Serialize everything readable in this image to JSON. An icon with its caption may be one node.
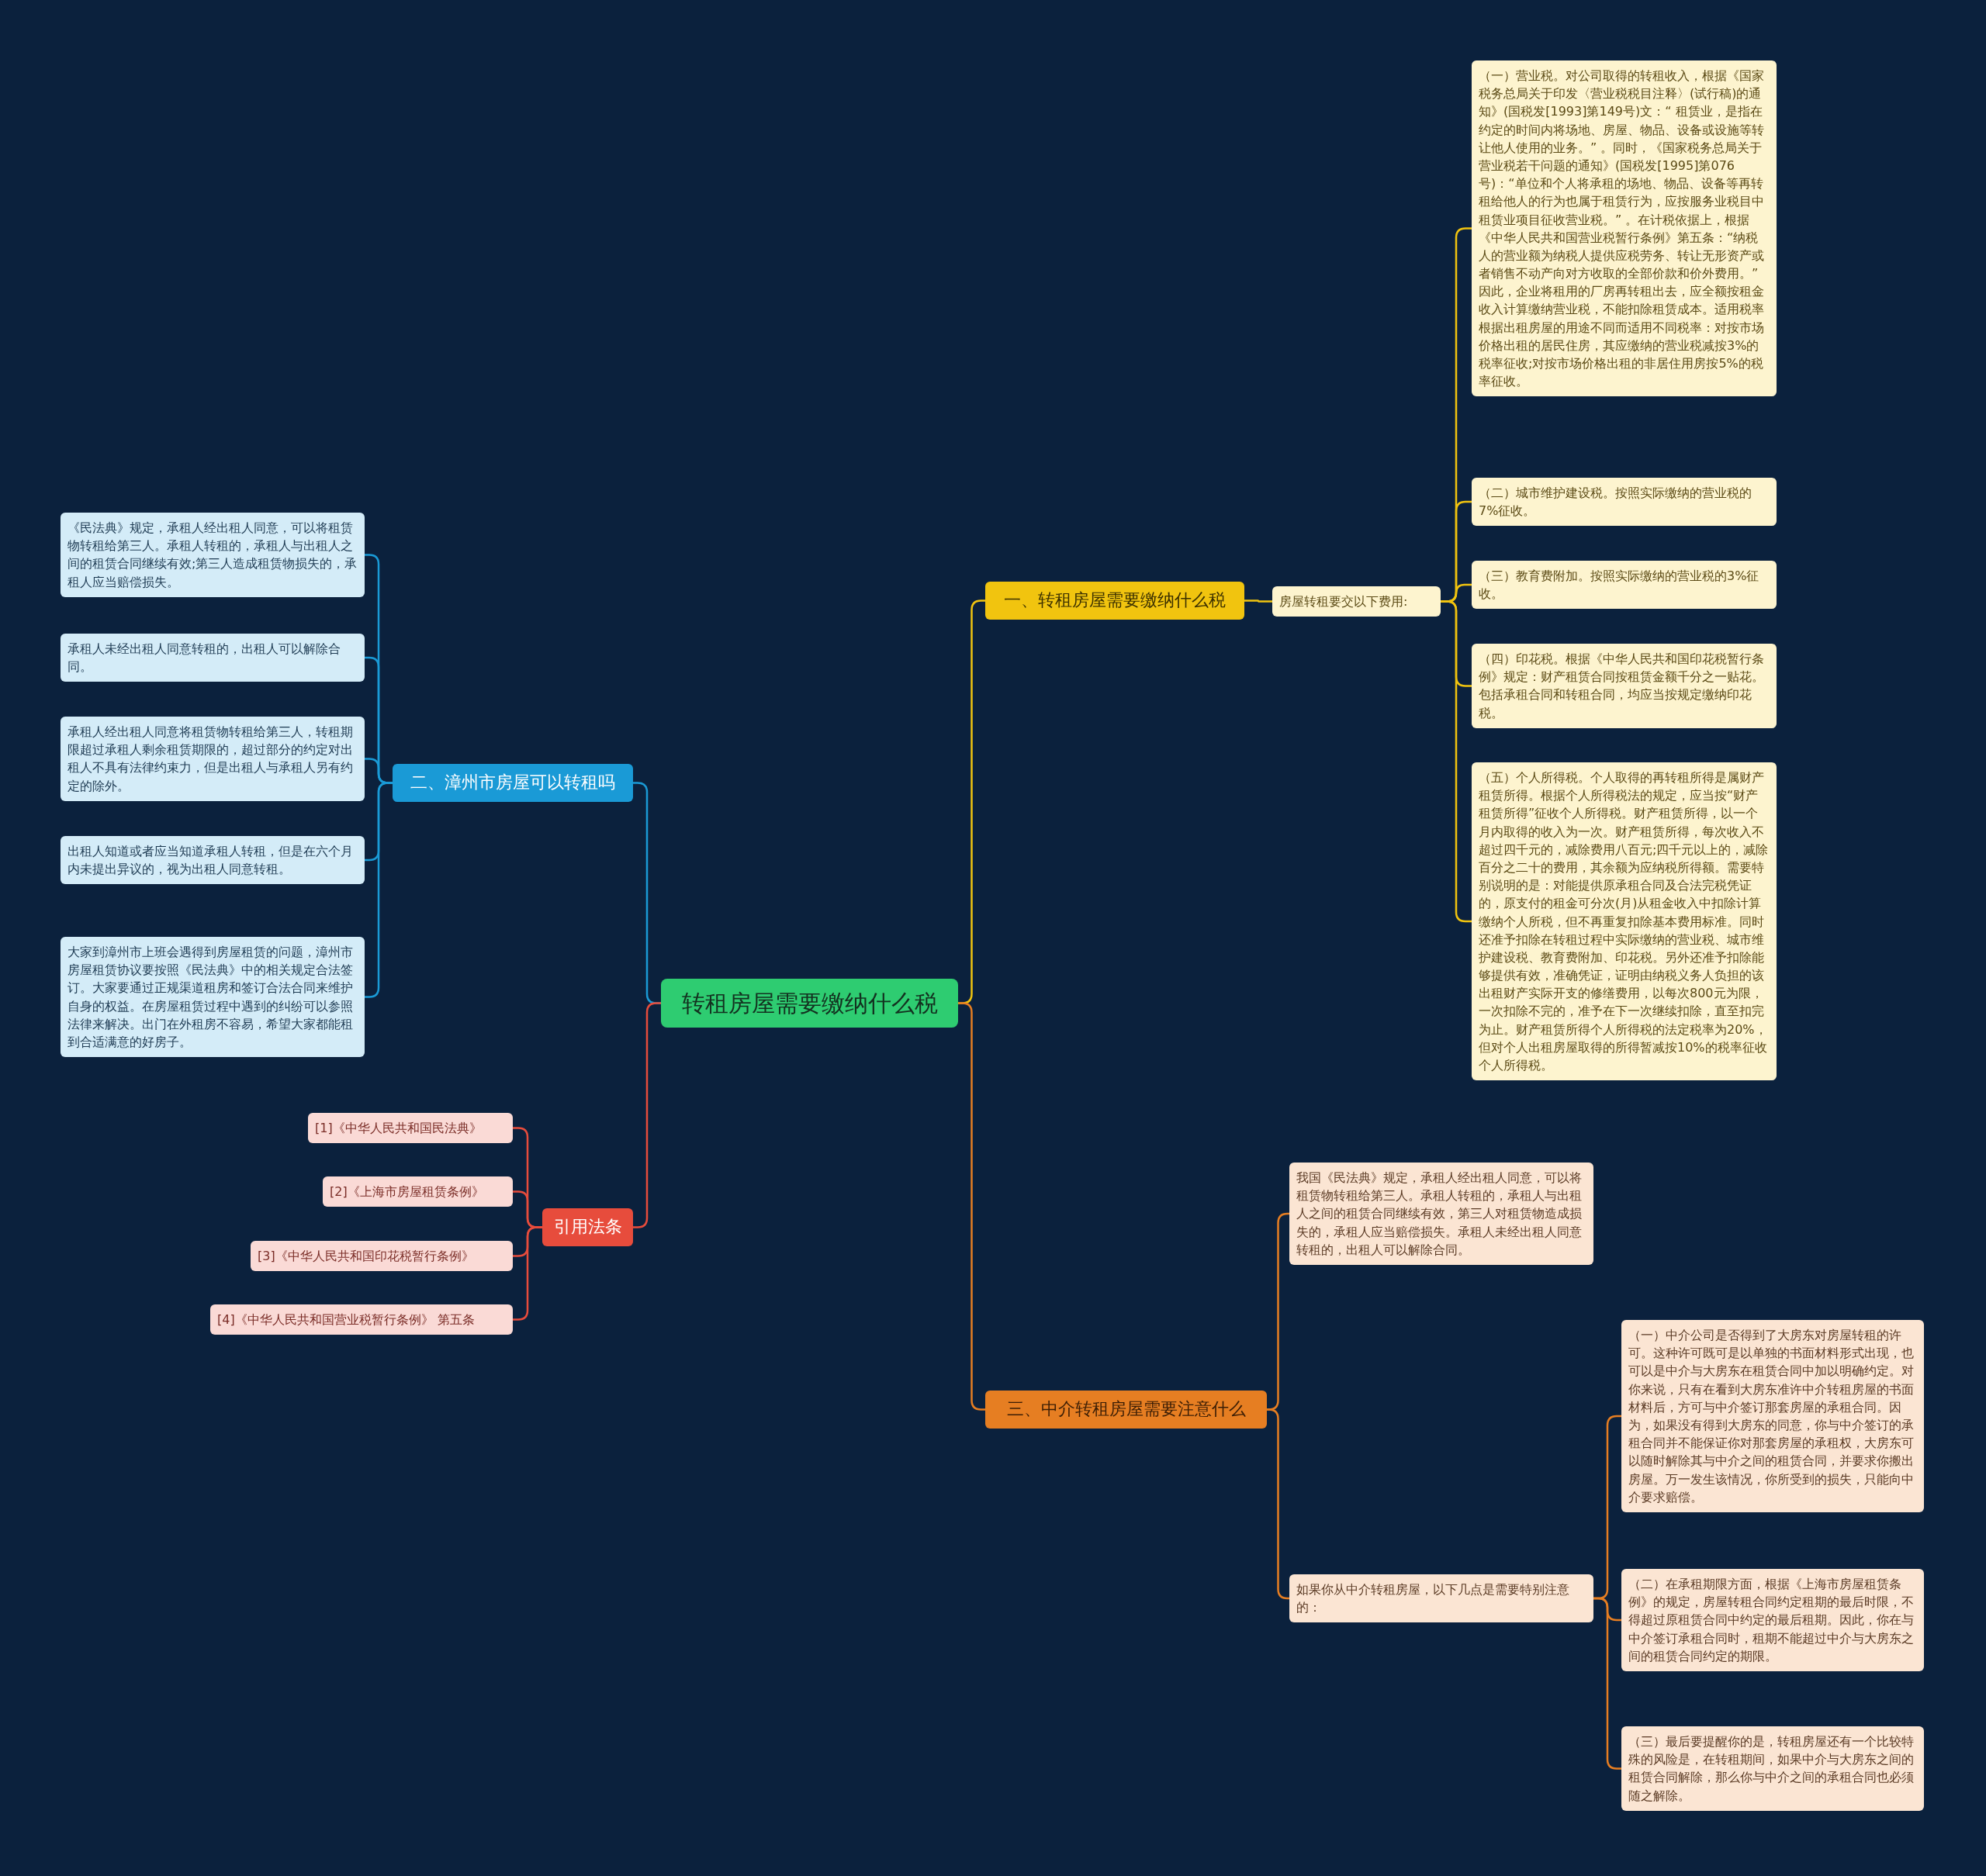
{
  "diagram": {
    "nodes": [
      {
        "text": [
          "转租房屋需要缴纳什么税"
        ]
      },
      {
        "text": [
          "一、转租房屋需要缴纳什么税"
        ]
      },
      {
        "text": [
          "房屋转租要交以下费用:"
        ]
      },
      {
        "text": [
          "（一）营业税。对公司取得的转租收入，根据《国家税务总局关于印发〈营业税税目注释〉(试行稿)的通知》(国税发[1993]第149号)文：“ 租赁业，是指在约定的时间内将场地、房屋、物品、设备或设施等转让他人使用的业务。” 。同时，《国家税务总局关于营业税若干问题的通知》(国税发[1995]第076号)：“单位和个人将承租的场地、物品、设备等再转租给他人的行为也属于租赁行为，应按服务业税目中租赁业项目征收营业税。” 。在计税依据上，根据《中华人民共和国营业税暂行条例》第五条：“纳税人的营业额为纳税人提供应税劳务、转让无形资产或者销售不动产向对方收取的全部价款和价外费用。” 因此，企业将租用的厂房再转租出去，应全额按租金收入计算缴纳营业税，不能扣除租赁成本。适用税率根据出租房屋的用途不同而适用不同税率：对按市场价格出租的居民住房，其应缴纳的营业税减按3%的税率征收;对按市场价格出租的非居住用房按5%的税率征收。"
        ]
      },
      {
        "text": [
          "（二）城市维护建设税。按照实际缴纳的营业税的7%征收。"
        ]
      },
      {
        "text": [
          "（三）教育费附加。按照实际缴纳的营业税的3%征收。"
        ]
      },
      {
        "text": [
          "（四）印花税。根据《中华人民共和国印花税暂行条例》规定：财产租赁合同按租赁金额千分之一贴花。包括承租合同和转租合同，均应当按规定缴纳印花税。"
        ]
      },
      {
        "text": [
          "（五）个人所得税。个人取得的再转租所得是属财产租赁所得。根据个人所得税法的规定，应当按“财产租赁所得”征收个人所得税。财产租赁所得，以一个月内取得的收入为一次。财产租赁所得，每次收入不超过四千元的，减除费用八百元;四千元以上的，减除百分之二十的费用，其余额为应纳税所得额。需要特别说明的是：对能提供原承租合同及合法完税凭证的，原支付的租金可分次(月)从租金收入中扣除计算缴纳个人所税，但不再重复扣除基本费用标准。同时还准予扣除在转租过程中实际缴纳的营业税、城市维护建设税、教育费附加、印花税。另外还准予扣除能够提供有效，准确凭证，证明由纳税义务人负担的该出租财产实际开支的修缮费用，以每次800元为限，一次扣除不完的，准予在下一次继续扣除，直至扣完为止。财产租赁所得个人所得税的法定税率为20%，但对个人出租房屋取得的所得暂减按10%的税率征收个人所得税。"
        ]
      },
      {
        "text": [
          "三、中介转租房屋需要注意什么"
        ]
      },
      {
        "text": [
          "我国《民法典》规定，承租人经出租人同意，可以将租赁物转租给第三人。承租人转租的，承租人与出租人之间的租赁合同继续有效，第三人对租赁物造成损失的，承租人应当赔偿损失。承租人未经出租人同意转租的，出租人可以解除合同。"
        ]
      },
      {
        "text": [
          "如果你从中介转租房屋，以下几点是需要特别注意的："
        ]
      },
      {
        "text": [
          "（一）中介公司是否得到了大房东对房屋转租的许可。这种许可既可是以单独的书面材料形式出现，也可以是中介与大房东在租赁合同中加以明确约定。对你来说，只有在看到大房东准许中介转租房屋的书面材料后，方可与中介签订那套房屋的承租合同。因为，如果没有得到大房东的同意，你与中介签订的承租合同并不能保证你对那套房屋的承租权，大房东可以随时解除其与中介之间的租赁合同，并要求你搬出房屋。万一发生该情况，你所受到的损失，只能向中介要求赔偿。"
        ]
      },
      {
        "text": [
          "（二）在承租期限方面，根据《上海市房屋租赁条例》的规定，房屋转租合同约定租期的最后时限，不得超过原租赁合同中约定的最后租期。因此，你在与中介签订承租合同时，租期不能超过中介与大房东之间的租赁合同约定的期限。"
        ]
      },
      {
        "text": [
          "（三）最后要提醒你的是，转租房屋还有一个比较特殊的风险是，在转租期间，如果中介与大房东之间的租赁合同解除，那么你与中介之间的承租合同也必须随之解除。"
        ]
      },
      {
        "text": [
          "二、漳州市房屋可以转租吗"
        ]
      },
      {
        "text": [
          "《民法典》规定，承租人经出租人同意，可以将租赁物转租给第三人。承租人转租的，承租人与出租人之间的租赁合同继续有效;第三人造成租赁物损失的，承租人应当赔偿损失。"
        ]
      },
      {
        "text": [
          "承租人未经出租人同意转租的，出租人可以解除合同。"
        ]
      },
      {
        "text": [
          "承租人经出租人同意将租赁物转租给第三人，转租期限超过承租人剩余租赁期限的，超过部分的约定对出租人不具有法律约束力，但是出租人与承租人另有约定的除外。"
        ]
      },
      {
        "text": [
          "出租人知道或者应当知道承租人转租，但是在六个月内未提出异议的，视为出租人同意转租。"
        ]
      },
      {
        "text": [
          "大家到漳州市上班会遇得到房屋租赁的问题，漳州市房屋租赁协议要按照《民法典》中的相关规定合法签订。大家要通过正规渠道租房和签订合法合同来维护自身的权益。在房屋租赁过程中遇到的纠纷可以参照法律来解决。出门在外租房不容易，希望大家都能租到合适满意的好房子。"
        ]
      },
      {
        "text": [
          "引用法条"
        ]
      },
      {
        "text": [
          "[1]《中华人民共和国民法典》"
        ]
      },
      {
        "text": [
          "[2]《上海市房屋租赁条例》"
        ]
      },
      {
        "text": [
          "[3]《中华人民共和国印花税暂行条例》"
        ]
      },
      {
        "text": [
          "[4]《中华人民共和国营业税暂行条例》 第五条"
        ]
      }
    ],
    "edges": [
      {
        "from": 0,
        "to": 1,
        "arrow": "none"
      },
      {
        "from": 1,
        "to": 2,
        "arrow": "none"
      },
      {
        "from": 2,
        "to": 3,
        "arrow": "none"
      },
      {
        "from": 2,
        "to": 4,
        "arrow": "none"
      },
      {
        "from": 2,
        "to": 5,
        "arrow": "none"
      },
      {
        "from": 2,
        "to": 6,
        "arrow": "none"
      },
      {
        "from": 2,
        "to": 7,
        "arrow": "none"
      },
      {
        "from": 0,
        "to": 8,
        "arrow": "none",
        "color": "#e67e22"
      },
      {
        "from": 8,
        "to": 9,
        "arrow": "none",
        "color": "#e67e22"
      },
      {
        "from": 8,
        "to": 10,
        "arrow": "none",
        "color": "#e67e22"
      },
      {
        "from": 10,
        "to": 11,
        "arrow": "none",
        "color": "#e67e22"
      },
      {
        "from": 10,
        "to": 12,
        "arrow": "none",
        "color": "#e67e22"
      },
      {
        "from": 10,
        "to": 13,
        "arrow": "none",
        "color": "#e67e22"
      },
      {
        "from": 0,
        "to": 14,
        "arrow": "none",
        "color": "#1a9ad6"
      },
      {
        "from": 14,
        "to": 15,
        "arrow": "none",
        "color": "#1a9ad6"
      },
      {
        "from": 14,
        "to": 16,
        "arrow": "none",
        "color": "#1a9ad6"
      },
      {
        "from": 14,
        "to": 17,
        "arrow": "none",
        "color": "#1a9ad6"
      },
      {
        "from": 14,
        "to": 18,
        "arrow": "none",
        "color": "#1a9ad6"
      },
      {
        "from": 14,
        "to": 19,
        "arrow": "none",
        "color": "#1a9ad6"
      },
      {
        "from": 0,
        "to": 20,
        "arrow": "none",
        "color": "#e74c3c"
      },
      {
        "from": 20,
        "to": 21,
        "arrow": "none",
        "color": "#e74c3c"
      },
      {
        "from": 20,
        "to": 22,
        "arrow": "none",
        "color": "#e74c3c"
      },
      {
        "from": 20,
        "to": 23,
        "arrow": "none",
        "color": "#e74c3c"
      },
      {
        "from": 20,
        "to": 24,
        "arrow": "none",
        "color": "#e74c3c"
      }
    ]
  }
}
